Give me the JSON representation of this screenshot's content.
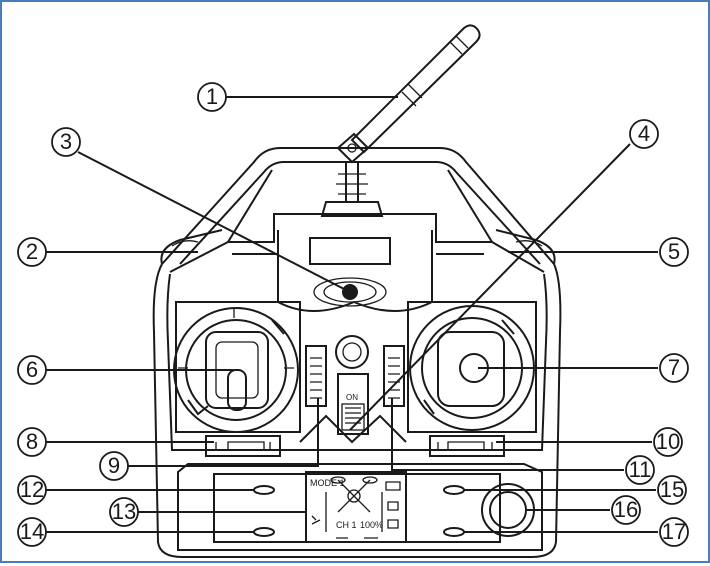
{
  "colors": {
    "frame_border": "#4a7ebb",
    "line": "#1a1a1a",
    "background": "#ffffff"
  },
  "callouts": [
    {
      "id": "1",
      "label": "1"
    },
    {
      "id": "2",
      "label": "2"
    },
    {
      "id": "3",
      "label": "3"
    },
    {
      "id": "4",
      "label": "4"
    },
    {
      "id": "5",
      "label": "5"
    },
    {
      "id": "6",
      "label": "6"
    },
    {
      "id": "7",
      "label": "7"
    },
    {
      "id": "8",
      "label": "8"
    },
    {
      "id": "9",
      "label": "9"
    },
    {
      "id": "10",
      "label": "10"
    },
    {
      "id": "11",
      "label": "11"
    },
    {
      "id": "12",
      "label": "12"
    },
    {
      "id": "13",
      "label": "13"
    },
    {
      "id": "14",
      "label": "14"
    },
    {
      "id": "15",
      "label": "15"
    },
    {
      "id": "16",
      "label": "16"
    },
    {
      "id": "17",
      "label": "17"
    }
  ],
  "power_switch": {
    "label": "ON"
  },
  "lcd": {
    "mode_text": "MODE 1",
    "channel_text": "CH 1",
    "percent_text": "100%"
  }
}
